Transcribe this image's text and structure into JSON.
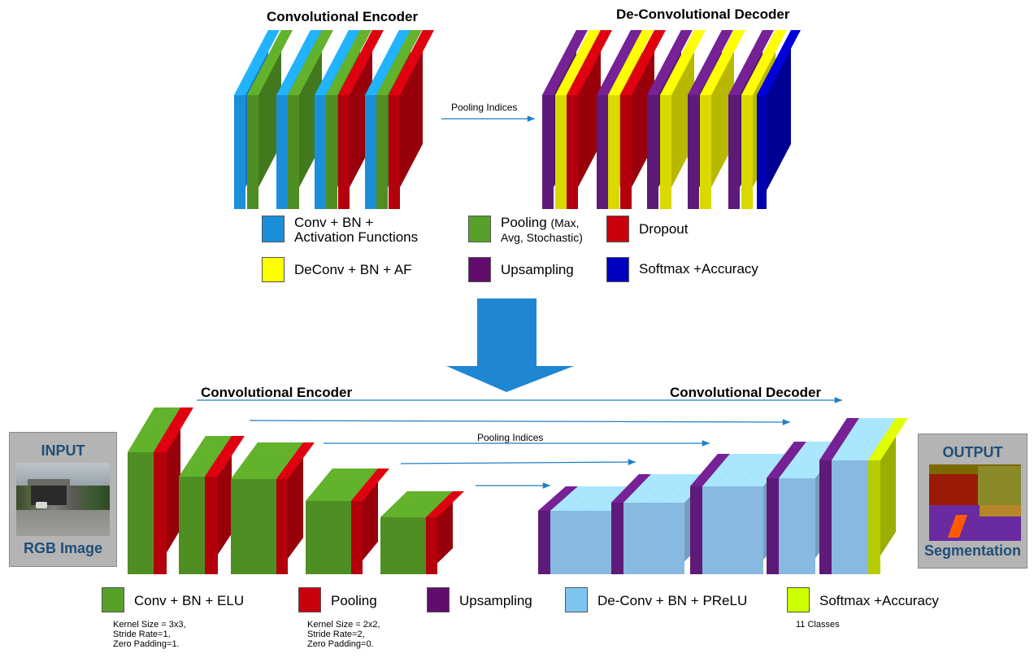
{
  "top": {
    "encoder_title": "Convolutional Encoder",
    "decoder_title": "De-Convolutional Decoder",
    "pooling_label": "Pooling Indices",
    "legend": [
      {
        "color": "#1b8fd9",
        "line1": "Conv + BN +",
        "line2": "Activation Functions"
      },
      {
        "color": "#ffff00",
        "line1": "DeConv + BN + AF",
        "line2": ""
      },
      {
        "color": "#57a02a",
        "line1": "Pooling",
        "sub1": "(Max,",
        "line2": "",
        "sub2": "Avg, Stochastic)"
      },
      {
        "color": "#620d6d",
        "line1": "Upsampling",
        "line2": ""
      },
      {
        "color": "#c8000e",
        "line1": "Dropout",
        "line2": ""
      },
      {
        "color": "#0000c0",
        "line1": "Softmax +Accuracy",
        "line2": ""
      }
    ]
  },
  "bottom": {
    "encoder_title": "Convolutional Encoder",
    "decoder_title": "Convolutional Decoder",
    "pooling_label": "Pooling Indices",
    "input_title": "INPUT",
    "input_caption": "RGB Image",
    "output_title": "OUTPUT",
    "output_caption": "Segmentation",
    "legend": [
      {
        "color": "#57a02a",
        "label": "Conv + BN + ELU"
      },
      {
        "color": "#c8000e",
        "label": "Pooling"
      },
      {
        "color": "#620d6d",
        "label": "Upsampling"
      },
      {
        "color": "#7ec4f0",
        "label": "De-Conv + BN + PReLU"
      },
      {
        "color": "#ccff00",
        "label": "Softmax +Accuracy"
      }
    ],
    "notes": {
      "conv": "Kernel Size = 3x3,\nStride Rate=1,\nZero Padding=1.",
      "pool": "Kernel Size = 2x2,\nStride Rate=2,\nZero Padding=0.",
      "softmax": "11 Classes"
    }
  },
  "colors": {
    "blue": "#1b8fd9",
    "green": "#4f8e23",
    "red": "#b3000c",
    "purple": "#5e1a78",
    "yellow": "#d9d900",
    "navy": "#0000b0",
    "lightblue": "#88b9e0",
    "lime": "#b5cc00",
    "arrow": "#1f7ec8"
  }
}
